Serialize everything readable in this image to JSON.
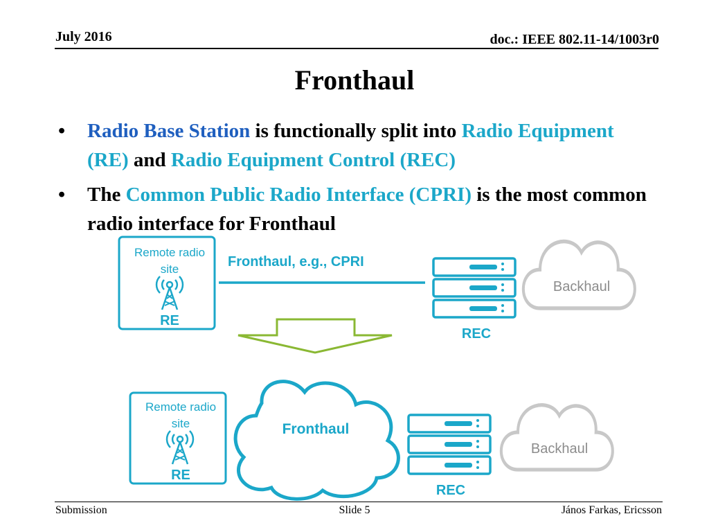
{
  "header": {
    "date": "July 2016",
    "doc_id": "doc.: IEEE 802.11-14/1003r0"
  },
  "title": "Fronthaul",
  "bullets": [
    {
      "segments": [
        {
          "text": "Radio Base Station",
          "style": "dark"
        },
        {
          "text": " is functionally split into ",
          "style": "plain"
        },
        {
          "text": "Radio Equipment (RE)",
          "style": "teal"
        },
        {
          "text": " and ",
          "style": "plain"
        },
        {
          "text": "Radio Equipment Control (REC)",
          "style": "teal"
        }
      ]
    },
    {
      "segments": [
        {
          "text": "The ",
          "style": "plain"
        },
        {
          "text": "Common Public Radio Interface (CPRI)",
          "style": "teal"
        },
        {
          "text": " is the most common radio interface for Fronthaul",
          "style": "plain"
        }
      ]
    }
  ],
  "diagram": {
    "top": {
      "site_label_line1": "Remote radio",
      "site_label_line2": "site",
      "re_label": "RE",
      "link_label": "Fronthaul, e.g., CPRI",
      "rec_label": "REC",
      "backhaul_label": "Backhaul"
    },
    "bottom": {
      "site_label_line1": "Remote radio",
      "site_label_line2": "site",
      "re_label": "RE",
      "cloud_label": "Fronthaul",
      "rec_label": "REC",
      "backhaul_label": "Backhaul"
    },
    "colors": {
      "accent": "#1ba7c9",
      "arrow": "#8ab833",
      "backhaul": "#c8c8c8",
      "backhaul_text": "#8c8c8c"
    }
  },
  "footer": {
    "left": "Submission",
    "center": "Slide 5",
    "right": "János Farkas, Ericsson"
  }
}
